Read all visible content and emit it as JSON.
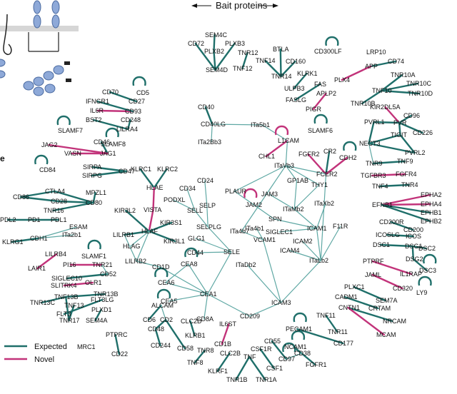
{
  "header": {
    "label": "Bait proteins"
  },
  "legend": [
    {
      "label": "Expected",
      "color": "#1f6f6a"
    },
    {
      "label": "Novel",
      "color": "#c2337a"
    }
  ],
  "colors": {
    "expected": "#1f6f6a",
    "novel": "#c2337a",
    "hub": "#5fa8a4"
  },
  "nodes": [
    "SEM4C",
    "CD72",
    "PLXB2",
    "PLXB3",
    "TNR12",
    "SEM4D",
    "TNF12",
    "BTLA",
    "CD160",
    "TNF14",
    "TNR14",
    "CD300LF",
    "LRP10",
    "CD74",
    "APP",
    "PLX4",
    "KLRK1",
    "ULPB3",
    "FAS",
    "FASLG",
    "APLP2",
    "PIGR",
    "TNR10A",
    "TNR10C",
    "TNF10",
    "TNR10D",
    "TNR10B",
    "CD70",
    "CD5",
    "CD27",
    "IFNGR1",
    "IL6R",
    "CD93",
    "BST2",
    "CD248",
    "LILRA4",
    "SLAMF7",
    "CD46",
    "SLAMF8",
    "JAG2",
    "VASN",
    "JAG1",
    "CD40",
    "CD40LG",
    "ITa5b1",
    "ITa2Bb3",
    "L1CAM",
    "SLAMF6",
    "KIR2DL5A",
    "CD96",
    "PVRL1",
    "PVR",
    "TIGIT",
    "CD226",
    "NECT3",
    "PVRL2",
    "CHL1",
    "FGFR2",
    "CR2",
    "CDH2",
    "FCER2",
    "ITaVb3",
    "CD84",
    "SIRPA",
    "SIRPG",
    "CD47",
    "KLRC1",
    "KLRC2",
    "HLAE",
    "CD24",
    "CD34",
    "PODXL",
    "SELL",
    "SELP",
    "PLAUR",
    "JAM2",
    "JAM3",
    "GP1AB",
    "THY1",
    "TNR9",
    "TNF9",
    "TGFBR3",
    "FGFR4",
    "TNF4",
    "TNR4",
    "CD86",
    "CTLA4",
    "MPZL1",
    "CD28",
    "CD80",
    "TNR16",
    "PDL2",
    "PD1",
    "PDL1",
    "KIR3L2",
    "VISTA",
    "KIR3S1",
    "HLAF",
    "KIR3L1",
    "SELPLG",
    "ITaMb2",
    "ITaXb2",
    "SPN",
    "ITa4b7",
    "ITa4b1",
    "SIGLEC1",
    "ICAM1",
    "F11R",
    "EFNB1",
    "EPHA2",
    "EPHA4",
    "EPHB1",
    "EPHB2",
    "ESAM",
    "CDH1",
    "ITa2b1",
    "LILRB1",
    "HLAG",
    "GLG1",
    "CD44",
    "SELE",
    "VCAM1",
    "ICAM2",
    "ICAM4",
    "ITaLb2",
    "CD200R",
    "CD200",
    "ICOSLG",
    "ICOS",
    "KLRG1",
    "SLAMF1",
    "LILRB2",
    "LILRB4",
    "LAIR1",
    "PI16",
    "TNR21",
    "CD52",
    "SIGLEC10",
    "OLR1",
    "SLITRK4",
    "ITaDb2",
    "DSC1",
    "DSG1",
    "DSC2",
    "DSG2",
    "DSC3",
    "PTPRF",
    "IL1RAP",
    "JAML",
    "CD320",
    "LY9",
    "CD1D",
    "CEA8",
    "CEA6",
    "CEA1",
    "CEA5",
    "CD8A",
    "TNR13C",
    "TNR13B",
    "TNF13B",
    "FLT3LG",
    "TNF13",
    "TNR17",
    "FLT3",
    "PLXD1",
    "SEM4A",
    "PLXC1",
    "CADM1",
    "SEM7A",
    "CRTAM",
    "CNTN1",
    "NRCAM",
    "MCAM",
    "ICAM3",
    "CD209",
    "ALCAM",
    "CD6",
    "CD2",
    "CLC2D",
    "IL6ST",
    "TNF11",
    "TNR11",
    "CD177",
    "PECAM1",
    "PTPRC",
    "CD48",
    "MRC1",
    "CD22",
    "CD244",
    "CD58",
    "KLRB1",
    "TNR8",
    "TNF8",
    "CD1B",
    "CLC2B",
    "CSF1R",
    "TNF",
    "CSF1",
    "KLRF1",
    "TNR1B",
    "TNR1A",
    "CD55",
    "NCAM1",
    "CD97",
    "CD38",
    "FGFR1"
  ]
}
